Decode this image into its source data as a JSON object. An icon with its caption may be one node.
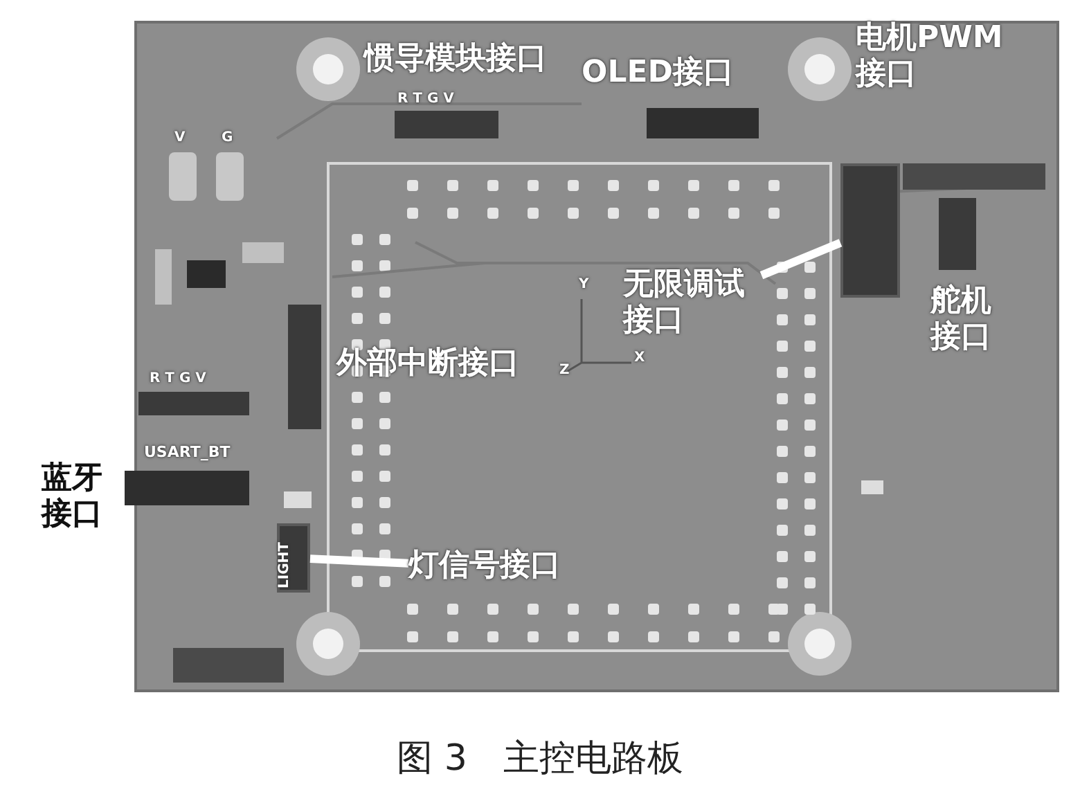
{
  "diagram": {
    "caption": "图 3　主控电路板",
    "nodes": [
      {
        "text": [
          "无限调试接口"
        ]
      },
      {
        "text": [],
        "shape": "box"
      },
      {
        "text": [
          "灯信号接口"
        ]
      },
      {
        "text": [],
        "shape": "box"
      }
    ],
    "edges": [
      {
        "from": 0,
        "to": 1,
        "arrow": "none"
      },
      {
        "from": 2,
        "to": 3,
        "arrow": "none"
      }
    ],
    "labels": [
      "惯导模块接口",
      "R T G V",
      "V",
      "G",
      "OLED接口",
      "电机PWM接口",
      "舵机接口",
      "外部中断接口",
      "Y",
      "Z",
      "X",
      "R T G V",
      "蓝牙接口",
      "USART_BT",
      "LIGHT"
    ]
  }
}
